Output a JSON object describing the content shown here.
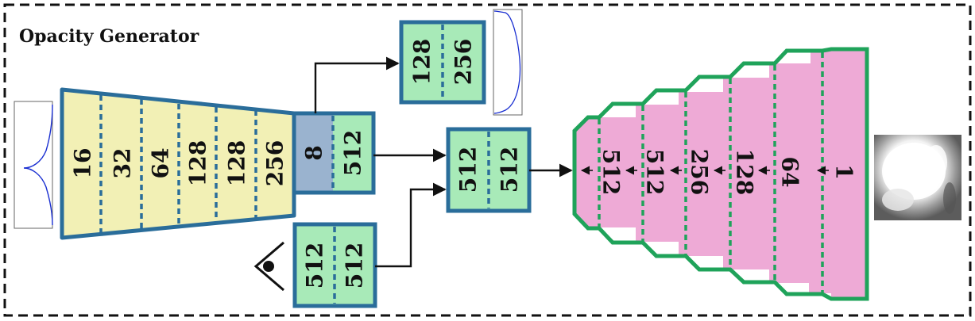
{
  "title": "Opacity Generator",
  "colors": {
    "frame": "#111111",
    "blue_border": "#2a6d9a",
    "green_border": "#1fa35a",
    "encoder_fill": "#f2f0b5",
    "latent_fill": "#9ab3cf",
    "mlp_fill": "#a8eab8",
    "decoder_fill": "#eeaad6",
    "dash": "#2a6d9a",
    "decoder_dash": "#1fa35a",
    "plot_curve": "#1a2fd1"
  },
  "encoder": {
    "labels": [
      "16",
      "32",
      "64",
      "128",
      "128",
      "256"
    ]
  },
  "latent": {
    "labels": [
      "8",
      "512"
    ]
  },
  "top_branch": {
    "labels": [
      "128",
      "256"
    ]
  },
  "view_block": {
    "labels": [
      "512",
      "512"
    ]
  },
  "merge_block": {
    "labels": [
      "512",
      "512"
    ]
  },
  "decoder": {
    "labels": [
      "512",
      "512",
      "256",
      "128",
      "64",
      "1"
    ]
  },
  "icons": {
    "input_tf": "gaussian-transfer-function-plot",
    "output_tf": "sigmoid-transfer-function-plot",
    "viewpoint": "eye-icon",
    "output_image": "rendered-opacity-image"
  }
}
